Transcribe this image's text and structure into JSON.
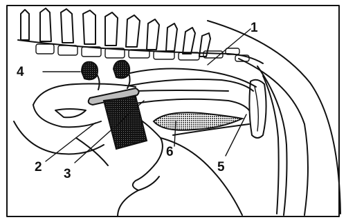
{
  "diagram": {
    "labels": [
      {
        "id": "1",
        "text": "1"
      },
      {
        "id": "2",
        "text": "2"
      },
      {
        "id": "3",
        "text": "3"
      },
      {
        "id": "4",
        "text": "4"
      },
      {
        "id": "5",
        "text": "5"
      },
      {
        "id": "6",
        "text": "6"
      }
    ],
    "colors": {
      "line": "#111111",
      "background": "#ffffff",
      "stipple_fill": "#666666",
      "dark_fill": "#111111",
      "light_fill": "#bdbdbd"
    }
  }
}
